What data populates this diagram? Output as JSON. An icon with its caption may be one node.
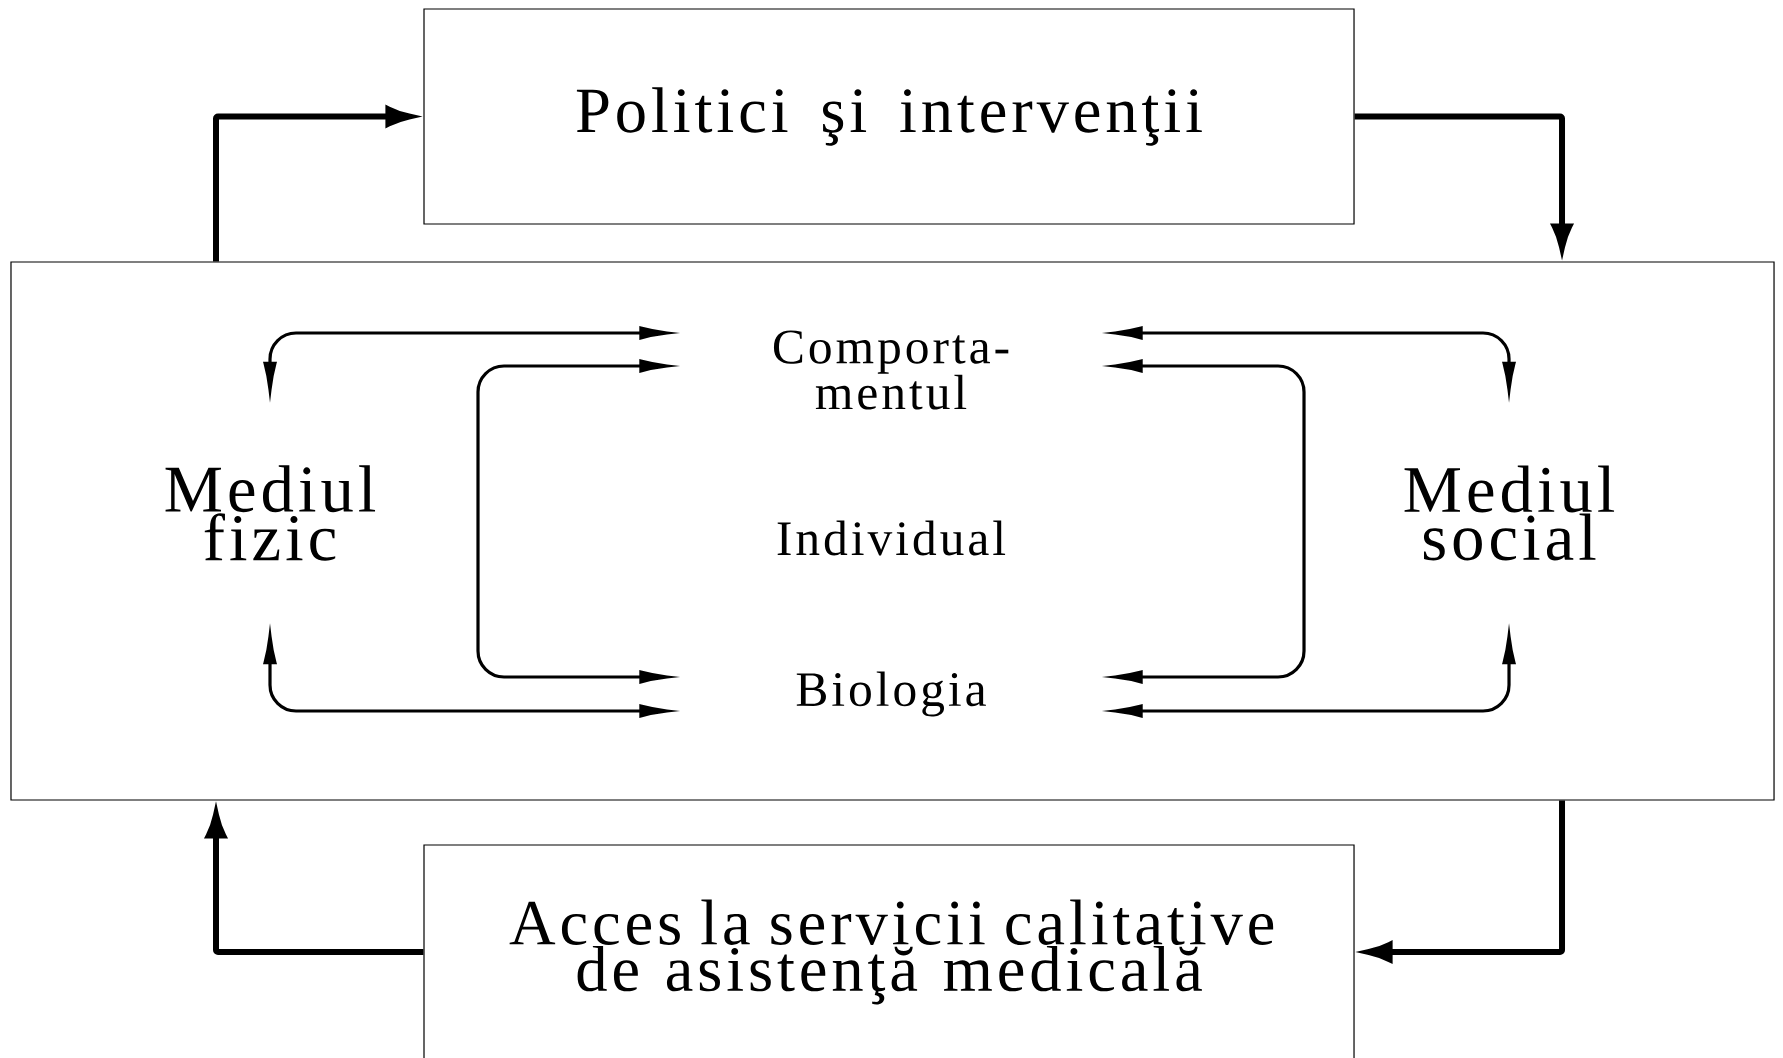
{
  "diagram": {
    "nodes": [
      {
        "text": [
          "Politici şi intervenţii"
        ]
      },
      {
        "text": [],
        "shape": "box"
      },
      {
        "text": [
          "Mediul fizic"
        ],
        "in": 1
      },
      {
        "text": [
          "Comporta- mentul"
        ],
        "in": 1
      },
      {
        "text": [
          "Individual"
        ],
        "in": 1
      },
      {
        "text": [
          "Biologia"
        ],
        "in": 1
      },
      {
        "text": [
          "Mediul social"
        ],
        "in": 1
      },
      {
        "text": [
          "Acces la servicii calitative de asistenţă medicală"
        ]
      }
    ],
    "edges": [
      {
        "from": 1,
        "to": 0,
        "arrow": "to",
        "style": "thick"
      },
      {
        "from": 0,
        "to": 1,
        "arrow": "to",
        "style": "thick"
      },
      {
        "from": 1,
        "to": 7,
        "arrow": "to",
        "style": "thick"
      },
      {
        "from": 7,
        "to": 1,
        "arrow": "to",
        "style": "thick"
      },
      {
        "from": 2,
        "to": 3,
        "arrow": "both"
      },
      {
        "from": 3,
        "to": 5,
        "arrow": "both"
      },
      {
        "from": 2,
        "to": 5,
        "arrow": "both"
      },
      {
        "from": 3,
        "to": 6,
        "arrow": "both"
      },
      {
        "from": 3,
        "to": 5,
        "arrow": "both"
      },
      {
        "from": 5,
        "to": 6,
        "arrow": "both"
      }
    ]
  }
}
